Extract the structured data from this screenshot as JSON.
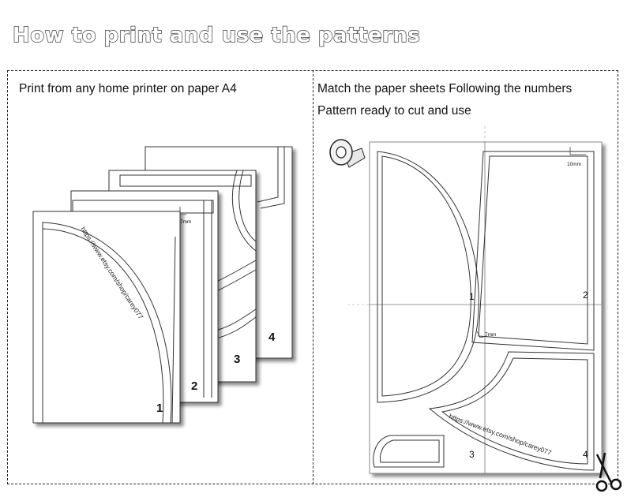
{
  "title": "How to print and use the patterns",
  "left_panel": {
    "caption": "Print from any home printer on paper A4",
    "sheet_numbers": [
      "1",
      "2",
      "3",
      "4"
    ],
    "seam_label": "7mm",
    "url": "https://www.etsy.com/shop/carey077"
  },
  "right_panel": {
    "caption_line1": "Match the paper sheets Following the numbers",
    "caption_line2": "Pattern ready to cut and use",
    "sheet_numbers": [
      "1",
      "2",
      "3",
      "4"
    ],
    "seam_label_a": "10mm",
    "seam_label_b": "7mm",
    "url": "https://www.etsy.com/shop/carey077"
  },
  "icons": [
    "tape-roll-icon",
    "scissors-icon"
  ]
}
